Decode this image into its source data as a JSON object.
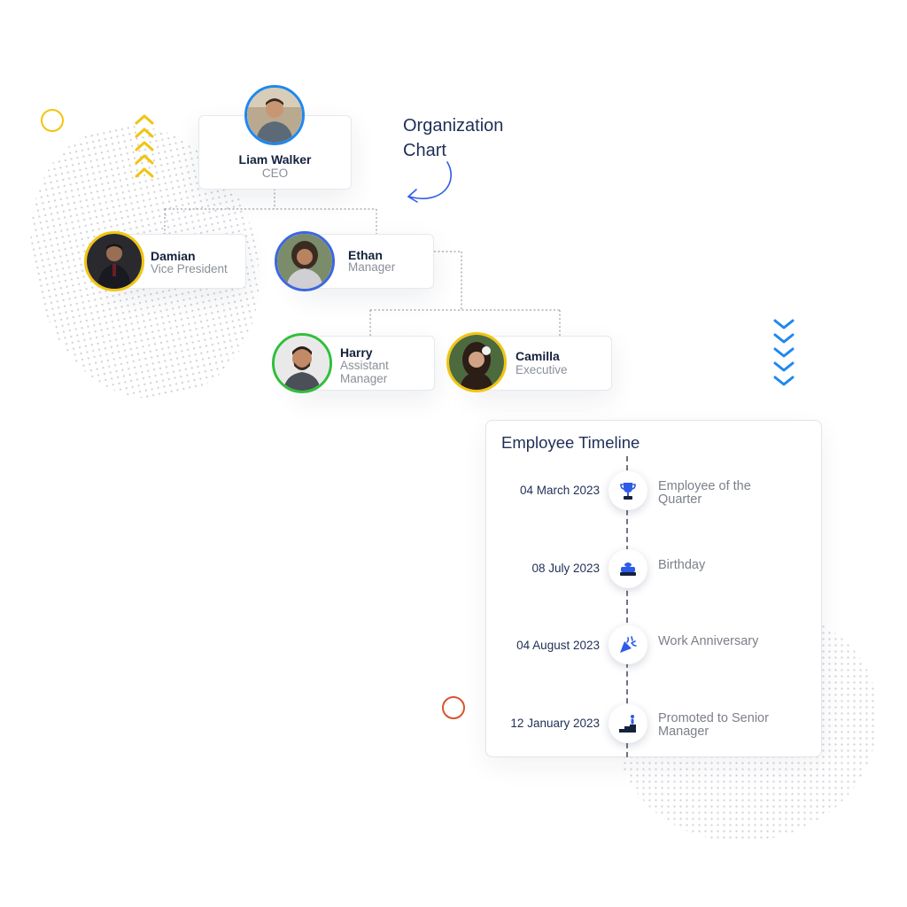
{
  "org_chart": {
    "title_line1": "Organization",
    "title_line2": "Chart",
    "people": {
      "ceo": {
        "name": "Liam Walker",
        "role": "CEO"
      },
      "vp": {
        "name": "Damian",
        "role": "Vice President"
      },
      "manager": {
        "name": "Ethan",
        "role": "Manager"
      },
      "assistant": {
        "name": "Harry",
        "role_line1": "Assistant",
        "role_line2": "Manager"
      },
      "executive": {
        "name": "Camilla",
        "role": "Executive"
      }
    }
  },
  "timeline": {
    "title": "Employee Timeline",
    "events": [
      {
        "date": "04 March 2023",
        "label_line1": "Employee of the",
        "label_line2": "Quarter",
        "icon": "trophy-icon"
      },
      {
        "date": "08 July 2023",
        "label_line1": "Birthday",
        "label_line2": "",
        "icon": "cake-icon"
      },
      {
        "date": "04 August 2023",
        "label_line1": "Work Anniversary",
        "label_line2": "",
        "icon": "party-popper-icon"
      },
      {
        "date": "12 January 2023",
        "label_line1": "Promoted to Senior",
        "label_line2": "Manager",
        "icon": "podium-icon"
      }
    ]
  },
  "colors": {
    "accent_blue": "#1e88f0",
    "accent_yellow": "#f2c40f",
    "accent_red": "#d9532f",
    "ring_green": "#2fbf3a",
    "ring_blue": "#3d66e0",
    "icon_blue": "#2f5be8",
    "navy": "#1c2b4a"
  }
}
